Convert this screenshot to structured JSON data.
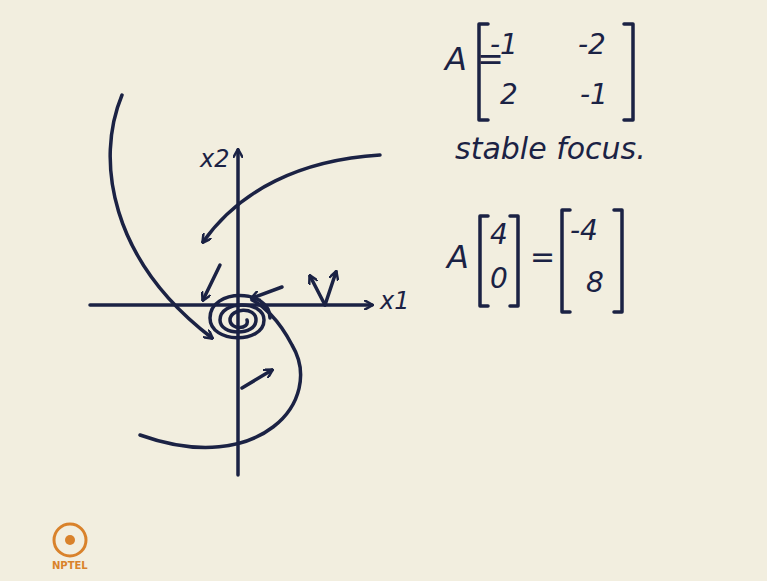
{
  "diagram": {
    "labels": [
      "A =",
      "-1",
      "-2",
      "2",
      "-1",
      "stable focus.",
      "A",
      "4",
      "0",
      "=",
      "-4",
      "8",
      "x2",
      "x1",
      "NPTEL"
    ]
  }
}
